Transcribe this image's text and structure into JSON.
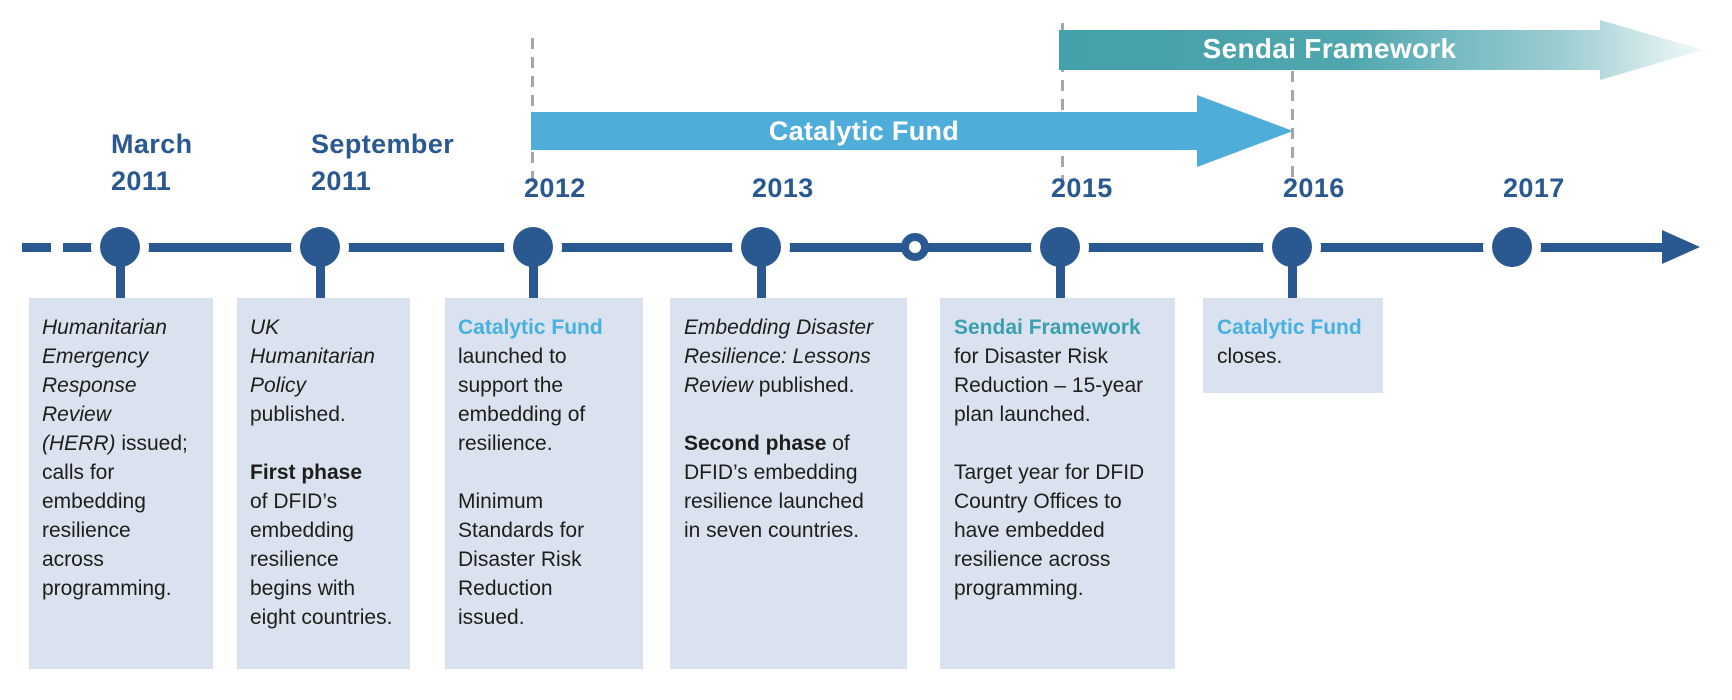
{
  "colors": {
    "navy": "#2a5890",
    "catalytic_arrow_blue": "#4fadda",
    "catalytic_text_blue": "#47b0e0",
    "sendai_arrow_teal": "#45a1ab",
    "sendai_text_teal": "#3ba0ad",
    "box_background": "#d9e2ee",
    "dashed_line_gray": "#a7a7a7",
    "body_text": "#1d1d1b"
  },
  "arrows": {
    "sendai": {
      "label": "Sendai Framework"
    },
    "catalytic": {
      "label": "Catalytic Fund"
    }
  },
  "timeline": {
    "markers": [
      {
        "label": "March\n2011",
        "type": "event"
      },
      {
        "label": "September\n2011",
        "type": "event"
      },
      {
        "label": "2012",
        "type": "event"
      },
      {
        "label": "2013",
        "type": "event"
      },
      {
        "label": "",
        "type": "open-circle"
      },
      {
        "label": "2015",
        "type": "event"
      },
      {
        "label": "2016",
        "type": "event"
      },
      {
        "label": "2017",
        "type": "plain"
      }
    ]
  },
  "boxes": [
    {
      "year": "March 2011",
      "p1_em": "Humanitarian Emergency Response Review (HERR)",
      "p1_rest": " issued; calls for embedding resilience across programming."
    },
    {
      "year": "September 2011",
      "p1_em": "UK Humanitarian Policy",
      "p1_rest": " published.",
      "p2_strong": "First phase",
      "p2_rest": "of DFID’s embedding resilience begins with eight countries."
    },
    {
      "year": "2012",
      "p1_lead": "Catalytic Fund",
      "p1_rest": " launched to support the embedding of resilience.",
      "p2": "Minimum Standards for Disaster Risk Reduction issued."
    },
    {
      "year": "2013",
      "p1_em": "Embedding Disaster Resilience: Lessons Review",
      "p1_rest": " published.",
      "p2_strong": "Second phase",
      "p2_rest": " of DFID’s embedding resilience launched in seven countries."
    },
    {
      "year": "2015",
      "p1_lead": "Sendai Framework",
      "p1_rest": " for Disaster Risk Reduction – 15-year plan launched.",
      "p2": "Target year for DFID Country Offices to have embedded resilience across programming."
    },
    {
      "year": "2016",
      "p1_lead": "Catalytic Fund",
      "p1_rest": " closes."
    }
  ]
}
